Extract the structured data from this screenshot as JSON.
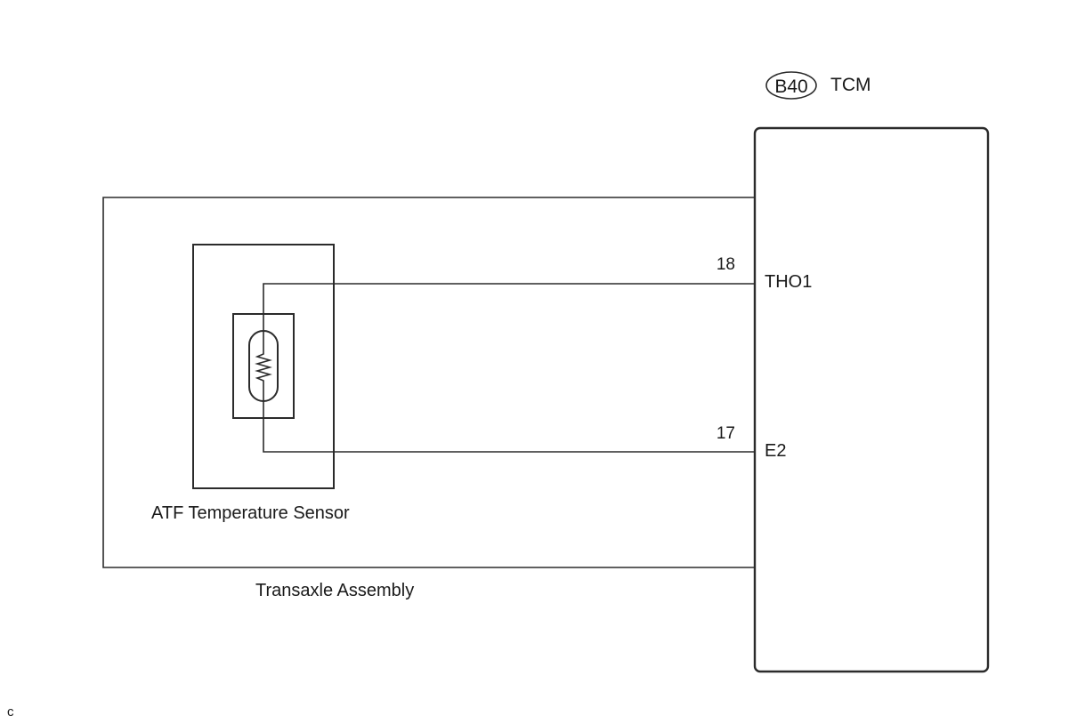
{
  "connector": {
    "code": "B40",
    "component": "TCM"
  },
  "terminals": [
    {
      "pin": "18",
      "name": "THO1"
    },
    {
      "pin": "17",
      "name": "E2"
    }
  ],
  "sensor_label": "ATF Temperature Sensor",
  "assembly_label": "Transaxle Assembly",
  "corner_code": "c"
}
